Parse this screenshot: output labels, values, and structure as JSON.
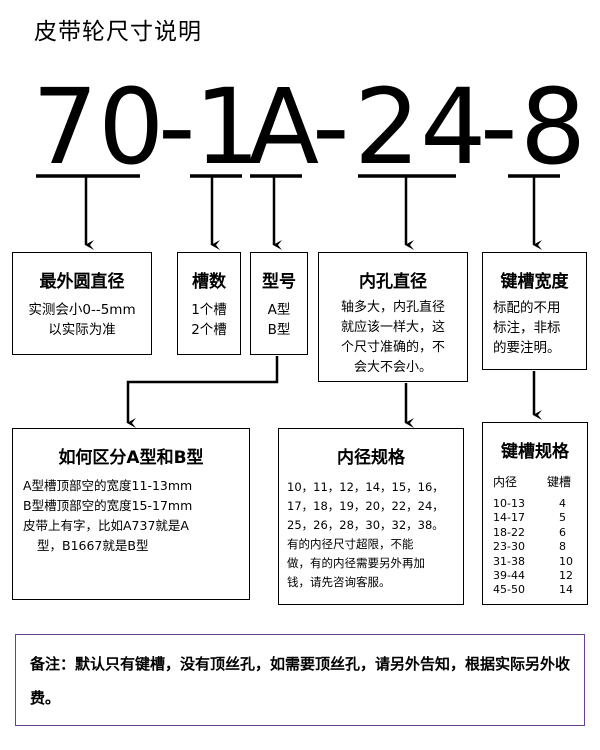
{
  "title": "皮带轮尺寸说明",
  "code": {
    "outer": "70",
    "dash1": "-",
    "grooves": "1",
    "type": "A",
    "dash2": "-",
    "bore": "24",
    "dash3": "-",
    "keyway": "8"
  },
  "box_outer": {
    "title": "最外圆直径",
    "lines": [
      "实测会小0--5mm",
      "以实际为准"
    ]
  },
  "box_grooves": {
    "title": "槽数",
    "lines": [
      "1个槽",
      "2个槽"
    ]
  },
  "box_type": {
    "title": "型号",
    "lines": [
      "A型",
      "B型"
    ]
  },
  "box_bore": {
    "title": "内孔直径",
    "lines": [
      "轴多大，内孔直径",
      "就应该一样大，这",
      "个尺寸准确的，不",
      "会大不会小。"
    ]
  },
  "box_keyway": {
    "title": "键槽宽度",
    "lines": [
      "标配的不用",
      "标注，非标",
      "的要注明。"
    ]
  },
  "box_distinguish": {
    "title": "如何区分A型和B型",
    "lines": [
      "A型槽顶部空的宽度11-13mm",
      "B型槽顶部空的宽度15-17mm",
      "皮带上有字，比如A737就是A",
      "型，B1667就是B型"
    ]
  },
  "box_bore_spec": {
    "title": "内径规格",
    "lines": [
      "10，11，12，14，15，16，",
      "17，18，19，20，22，24，",
      "25，26，28，30，32，38。",
      "有的内径尺寸超限，不能",
      "做，有的内径需要另外再加",
      "钱，请先咨询客服。"
    ]
  },
  "box_keyway_spec": {
    "title": "键槽规格",
    "headers": [
      "内径",
      "键槽"
    ],
    "rows": [
      [
        "10-13",
        "4"
      ],
      [
        "14-17",
        "5"
      ],
      [
        "18-22",
        "6"
      ],
      [
        "23-30",
        "8"
      ],
      [
        "31-38",
        "10"
      ],
      [
        "39-44",
        "12"
      ],
      [
        "45-50",
        "14"
      ]
    ]
  },
  "note": "备注：默认只有键槽，没有顶丝孔，如需要顶丝孔，请另外告知，根据实际另外收费。"
}
